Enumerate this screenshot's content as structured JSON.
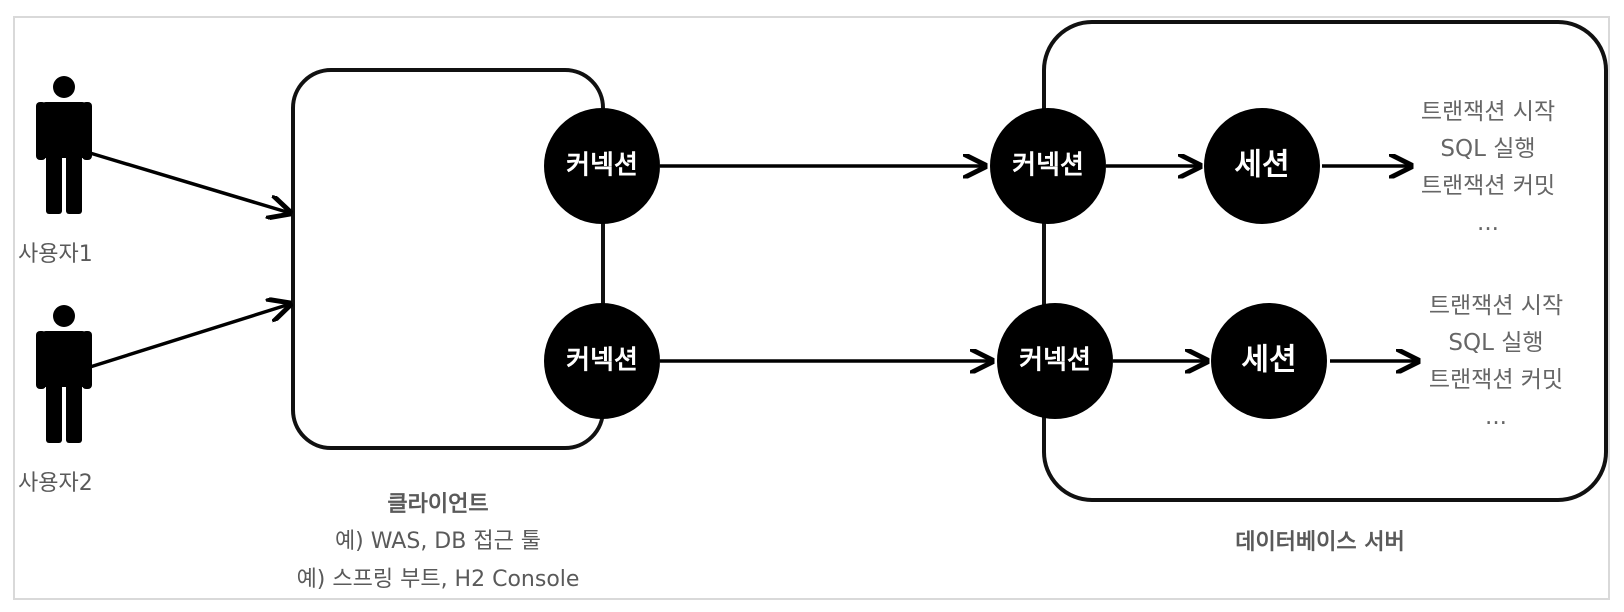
{
  "users": [
    {
      "label": "사용자1"
    },
    {
      "label": "사용자2"
    }
  ],
  "client": {
    "title": "클라이언트",
    "example1": "예) WAS, DB 접근 툴",
    "example2": "예) 스프링 부트, H2 Console"
  },
  "server": {
    "title": "데이터베이스 서버"
  },
  "nodes": {
    "client_connection_1": "커넥션",
    "client_connection_2": "커넥션",
    "server_connection_1": "커넥션",
    "server_connection_2": "커넥션",
    "session_1": "세션",
    "session_2": "세션"
  },
  "transactions": [
    {
      "line1": "트랜잭션 시작",
      "line2": "SQL 실행",
      "line3": "트랜잭션 커밋",
      "line4": "..."
    },
    {
      "line1": "트랜잭션 시작",
      "line2": "SQL 실행",
      "line3": "트랜잭션 커밋",
      "line4": "..."
    }
  ],
  "colors": {
    "node_fill": "#000000",
    "node_text": "#ffffff",
    "label_text": "#5a5a5a",
    "frame_border": "#d9d9d9"
  }
}
